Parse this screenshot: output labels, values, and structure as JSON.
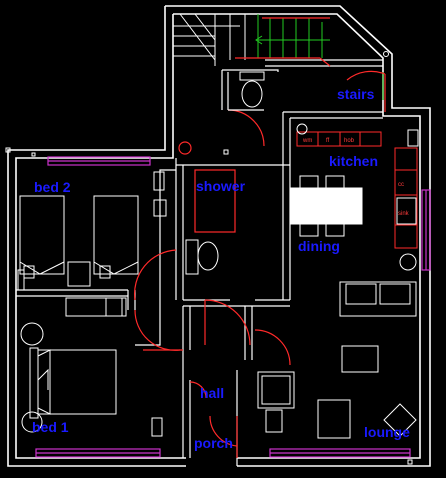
{
  "rooms": {
    "stairs": "stairs",
    "kitchen": "kitchen",
    "shower": "shower",
    "bed2": "bed 2",
    "dining": "dining",
    "hall": "hall",
    "bed1": "bed 1",
    "porch": "porch",
    "lounge": "lounge"
  },
  "colors": {
    "wall": "#ffffff",
    "door": "#ff2a2a",
    "window": "#cc33cc",
    "label": "#1a1aff",
    "stair_green": "#22cc22"
  }
}
